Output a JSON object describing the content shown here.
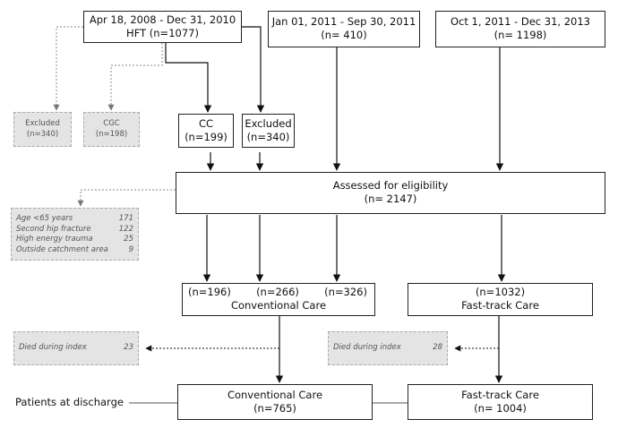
{
  "hft": {
    "period": "Apr 18, 2008 - Dec 31, 2010",
    "label": "HFT  (n=1077)"
  },
  "period2": {
    "period": "Jan 01, 2011 - Sep 30, 2011",
    "n": "(n=  410)"
  },
  "period3": {
    "period": "Oct 1, 2011 - Dec 31, 2013",
    "n": "(n= 1198)"
  },
  "excluded_left": {
    "label": "Excluded",
    "n": "(n=340)"
  },
  "cgc": {
    "label": "CGC",
    "n": "(n=198)"
  },
  "cc": {
    "label": "CC",
    "n": "(n=199)"
  },
  "excluded_mid": {
    "label": "Excluded",
    "n": "(n=340)"
  },
  "assessed": {
    "label": "Assessed for eligibility",
    "n": "(n= 2147)"
  },
  "exclusion_reasons": [
    {
      "reason": "Age <65 years",
      "n": "171"
    },
    {
      "reason": "Second hip fracture",
      "n": "122"
    },
    {
      "reason": "High energy trauma",
      "n": "25"
    },
    {
      "reason": "Outside catchment area",
      "n": "9"
    }
  ],
  "conventional_mid": {
    "n1": "(n=196)",
    "n2": "(n=266)",
    "n3": "(n=326)",
    "label": "Conventional Care"
  },
  "fasttrack_mid": {
    "n": "(n=1032)",
    "label": "Fast-track Care"
  },
  "died_left": {
    "label": "Died during index",
    "n": "23"
  },
  "died_right": {
    "label": "Died during index",
    "n": "28"
  },
  "discharge_label": "Patients at discharge",
  "conventional_final": {
    "label": "Conventional Care",
    "n": "(n=765)"
  },
  "fasttrack_final": {
    "label": "Fast-track Care",
    "n": "(n= 1004)"
  }
}
